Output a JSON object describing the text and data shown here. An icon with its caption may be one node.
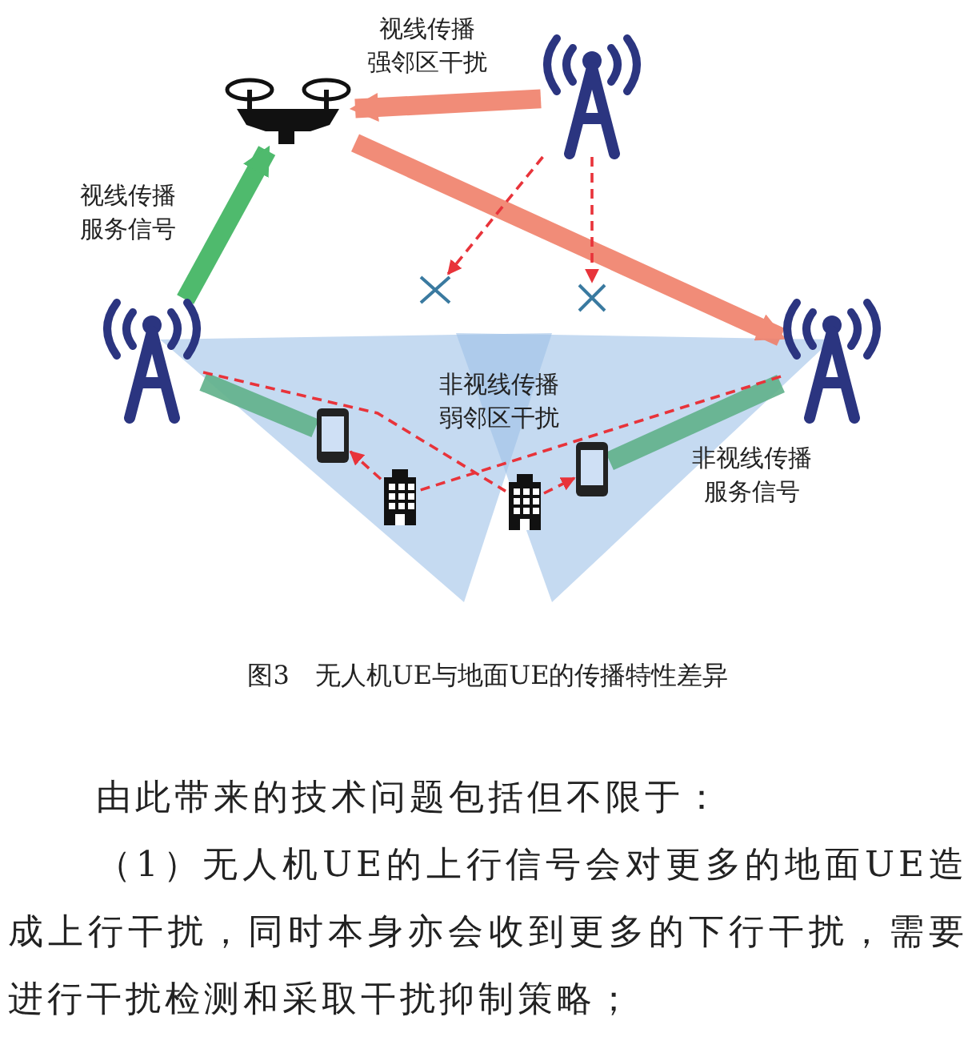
{
  "diagram": {
    "caption": "图3　无人机UE与地面UE的传播特性差异",
    "nodes": [
      {
        "text": [],
        "shape": "drone"
      },
      {
        "text": [],
        "shape": "tower"
      },
      {
        "text": [],
        "shape": "tower"
      },
      {
        "text": [],
        "shape": "tower"
      },
      {
        "text": [],
        "shape": "phone"
      },
      {
        "text": [],
        "shape": "building"
      },
      {
        "text": [],
        "shape": "building"
      },
      {
        "text": [],
        "shape": "phone"
      },
      {
        "text": [],
        "shape": "cross"
      },
      {
        "text": [],
        "shape": "cross"
      }
    ],
    "edges": [
      {
        "from": 2,
        "to": 0,
        "arrow": "to",
        "style": "thick",
        "color": "#3cb35e"
      },
      {
        "from": 1,
        "to": 0,
        "arrow": "to",
        "style": "thick",
        "color": "#f0806a"
      },
      {
        "from": 0,
        "to": 3,
        "arrow": "to",
        "style": "thick",
        "color": "#f0806a"
      },
      {
        "from": 1,
        "to": 8,
        "arrow": "to",
        "style": "dashed",
        "color": "#e8333a"
      },
      {
        "from": 1,
        "to": 9,
        "arrow": "to",
        "style": "dashed",
        "color": "#e8333a"
      },
      {
        "from": 2,
        "to": 4,
        "arrow": "none",
        "style": "thick",
        "color": "#5fb08a"
      },
      {
        "from": 3,
        "to": 7,
        "arrow": "none",
        "style": "thick",
        "color": "#5fb08a"
      },
      {
        "from": 2,
        "to": 6,
        "arrow": "none",
        "style": "dashed",
        "color": "#e8333a"
      },
      {
        "from": 3,
        "to": 5,
        "arrow": "none",
        "style": "dashed",
        "color": "#e8333a"
      },
      {
        "from": 5,
        "to": 4,
        "arrow": "to",
        "style": "dashed",
        "color": "#e8333a"
      },
      {
        "from": 6,
        "to": 7,
        "arrow": "to",
        "style": "dashed",
        "color": "#e8333a"
      }
    ],
    "labels": [
      "视线传播强邻区干扰",
      "视线传播服务信号",
      "非视线传播弱邻区干扰",
      "非视线传播服务信号",
      "由此带来的技术问题包括但不限于：",
      "（1）无人机UE的上行信号会对更多的地面UE造成上行干扰，同时本身亦会收到更多的下行干扰，需要进行干扰检测和采取干扰抑制策略；"
    ]
  }
}
